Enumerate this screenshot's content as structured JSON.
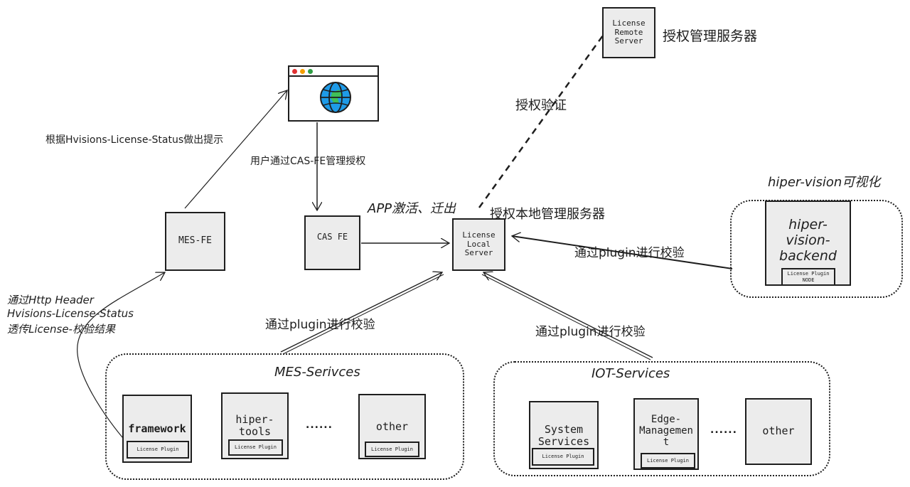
{
  "nodes": {
    "license_remote_server": "License\nRemote\nServer",
    "license_local_server": "License\nLocal\nServer",
    "mes_fe": "MES-FE",
    "cas_fe": "CAS FE",
    "hiper_vision_backend": "hiper-\nvision-\nbackend",
    "framework": "framework",
    "hiper_tools": "hiper-\ntools",
    "mes_other": "other",
    "system_services": "System\nServices",
    "edge_management": "Edge-\nManagemen\nt",
    "iot_other": "other"
  },
  "plugin": {
    "label": "License Plugin",
    "node_label": "NODE"
  },
  "groups": {
    "mes_services": "MES-Serivces",
    "iot_services": "IOT-Services",
    "hiper_vision": "hiper-vision可视化"
  },
  "labels": {
    "remote_server_desc": "授权管理服务器",
    "local_server_desc": "授权本地管理服务器",
    "auth_verify": "授权验证",
    "app_activate": "APP激活、迁出",
    "status_hint": "根据Hvisions-License-Status做出提示",
    "cas_manage": "用户通过CAS-FE管理授权",
    "plugin_verify_mes": "通过plugin进行校验",
    "plugin_verify_iot": "通过plugin进行校验",
    "plugin_verify_vision": "通过plugin进行校验",
    "header_line1": "通过Http Header",
    "header_line2": "Hvisions-License-Status",
    "header_line3": "透传License-校验结果",
    "ellipsis": "......"
  },
  "icons": {
    "browser": "browser-window-icon",
    "globe": "globe-icon"
  },
  "colors": {
    "box_fill": "#ececec",
    "stroke": "#1e1e1e",
    "globe_blue": "#1e9be8",
    "globe_green": "#40c057",
    "dot_red": "#e03131",
    "dot_yellow": "#f59f00",
    "dot_green": "#2f9e44"
  }
}
